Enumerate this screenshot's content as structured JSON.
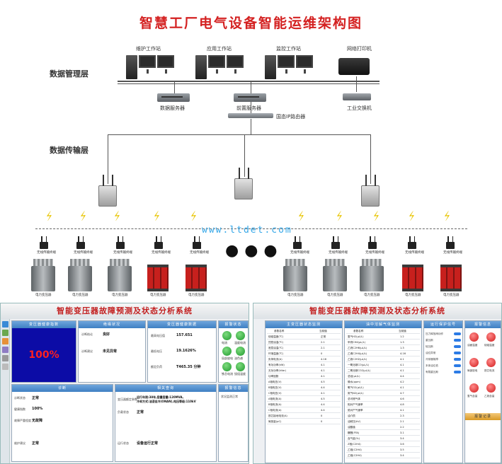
{
  "diagram": {
    "title": "智慧工厂电气设备智能运维架构图",
    "layers": {
      "data_management": "数据管理层",
      "data_transmission": "数据传输层"
    },
    "workstations": [
      "维护工作站",
      "应用工作站",
      "监控工作站"
    ],
    "printer": "网络打印机",
    "servers": [
      "数据服务器",
      "前置服务器"
    ],
    "switch": "工业交换机",
    "router": "国态IP路由器",
    "watermark": "www.ltdet.com",
    "field_devices": [
      "无线传输终端",
      "无线传输终端",
      "无线传输终端",
      "无线传输终端",
      "无线传输终端",
      "无线传输终端",
      "无线传输终端",
      "无线传输终端",
      "无线传输终端",
      "无线传输终端"
    ],
    "transformers": [
      "电力变压器",
      "电力变压器",
      "电力变压器",
      "电力变压器",
      "电力变压器",
      "电力变压器",
      "电力变压器",
      "电力变压器",
      "电力变压器",
      "电力变压器"
    ],
    "ellipsis": "●●●"
  },
  "left_screen": {
    "title": "智能变压器故障预测及状态分析系统",
    "health_index": {
      "header": "变压器健康指数",
      "value": "100%"
    },
    "diagnosis": {
      "header": "绝缘状况",
      "rows": [
        [
          "诊断结论",
          "良好"
        ],
        [
          "诊断建议",
          "未见异常"
        ]
      ]
    },
    "health_data": {
      "header": "变压器健康数据",
      "rows": [
        [
          "最高电压值",
          "157.651"
        ],
        [
          "最低电压",
          "19.1626%"
        ],
        [
          "额定负荷",
          "T465.35 分钟"
        ]
      ]
    },
    "status": {
      "header": "报警状态",
      "items": [
        "电流",
        "温度电流",
        "局部放电",
        "油色谱",
        "铁芯电流",
        "绕组温度"
      ]
    },
    "alarm_log": {
      "header": "报警信息",
      "text": "状况监测正常"
    },
    "bottom_left": {
      "header": "诊断",
      "rows": [
        [
          "诊断状态",
          "正常"
        ],
        [
          "健康指数",
          "100%"
        ],
        [
          "故障严重程度",
          "无故障"
        ],
        [
          "维护建议",
          "正常"
        ]
      ]
    },
    "bottom_right": {
      "header": "相关查询",
      "rows": [
        [
          "变压器额定参数",
          "运行年限:38年,容量容量:120MVA,"
        ],
        [
          "",
          "冷却方式:油浸自冷(ONAN),电压等级:110kV"
        ],
        [
          "负载状态",
          "正常"
        ],
        [
          "运行状态",
          "设备运行正常"
        ]
      ]
    }
  },
  "right_screen": {
    "title": "智能变压器故障预测及状态分析系统",
    "col1": {
      "header": "主变压器状态监测",
      "sub": [
        "参数名称",
        "当前值"
      ],
      "rows": [
        [
          "绕组温度(℃)",
          "正常"
        ],
        [
          "顶层油温(℃)",
          "2.1"
        ],
        [
          "底层油温(℃)",
          "2.1"
        ],
        [
          "环境温度(℃)",
          "0"
        ],
        [
          "负荷电流(A)",
          "4.16"
        ],
        [
          "有功功率(kW)",
          "4.1"
        ],
        [
          "无功功率(kVar)",
          "4.1"
        ],
        [
          "功率因数",
          "4.1"
        ],
        [
          "A相电压(V)",
          "4.5"
        ],
        [
          "B相电压(V)",
          "4.4"
        ],
        [
          "C相电压(V)",
          "4.1"
        ],
        [
          "A相电流(A)",
          "4.5"
        ],
        [
          "B相电流(A)",
          "4.4"
        ],
        [
          "C相电流(A)",
          "4.4"
        ],
        [
          "铁芯接地电流(A)",
          "0"
        ],
        [
          "局放量(pC)",
          "0"
        ]
      ]
    },
    "col2": {
      "header": "油中溶解气体监测",
      "sub": [
        "参数名称",
        "当前值"
      ],
      "rows": [
        [
          "氢气H2(μL/L)",
          "1.2"
        ],
        [
          "甲烷CH4(μL/L)",
          "1.3"
        ],
        [
          "乙烷C2H6(μL/L)",
          "1.3"
        ],
        [
          "乙烯C2H4(μL/L)",
          "4.16"
        ],
        [
          "乙炔C2H2(μL/L)",
          "4.1"
        ],
        [
          "一氧化碳CO(μL/L)",
          "4.1"
        ],
        [
          "二氧化碳CO2(μL/L)",
          "4.1"
        ],
        [
          "总烃(μL/L)",
          "4.4"
        ],
        [
          "微水(ppm)",
          "4.2"
        ],
        [
          "氧气O2(μL/L)",
          "4.1"
        ],
        [
          "氮气N2(μL/L)",
          "4.7"
        ],
        [
          "总可燃气体",
          "4.6"
        ],
        [
          "相对产气速率",
          "4.8"
        ],
        [
          "绝对产气速率",
          "4.1"
        ],
        [
          "油介损",
          "2.3"
        ],
        [
          "油耐压(kV)",
          "2.1"
        ],
        [
          "油酸值",
          "2.2"
        ],
        [
          "糠醛(FFA)",
          "3.1"
        ],
        [
          "含气量(%)",
          "3.4"
        ],
        [
          "Z相(C2H4)",
          "3.6"
        ],
        [
          "乙相(C2H4)",
          "3.5"
        ],
        [
          "乙相(C2H4)",
          "3.4"
        ]
      ]
    },
    "col3": {
      "header": "运行保护信号",
      "items": [
        "压力释放阀动作",
        "重瓦斯",
        "轻瓦斯",
        "油位异常",
        "冷却器故障",
        "本体油位低",
        "有载重瓦斯"
      ]
    },
    "col4": {
      "header": "报警信息",
      "items": [
        "油面温度",
        "绕组温度",
        "局部放电",
        "铁芯电流",
        "氢气含量",
        "乙炔含量"
      ],
      "footer": "报警记录"
    }
  }
}
